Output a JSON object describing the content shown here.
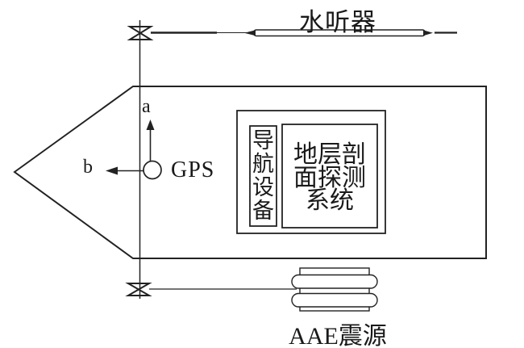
{
  "diagram": {
    "description": "survey-vessel-towing-layout",
    "labels": {
      "hydrophone": "水听器",
      "axis_a": "a",
      "axis_b": "b",
      "gps": "GPS",
      "nav_equipment": "导\n航\n设\n备",
      "profiler_system": "地层剖\n面探测\n系统",
      "aae_source": "AAE震源"
    },
    "colors": {
      "line": "#222222",
      "text": "#1a1a1a",
      "background": "#ffffff"
    }
  }
}
